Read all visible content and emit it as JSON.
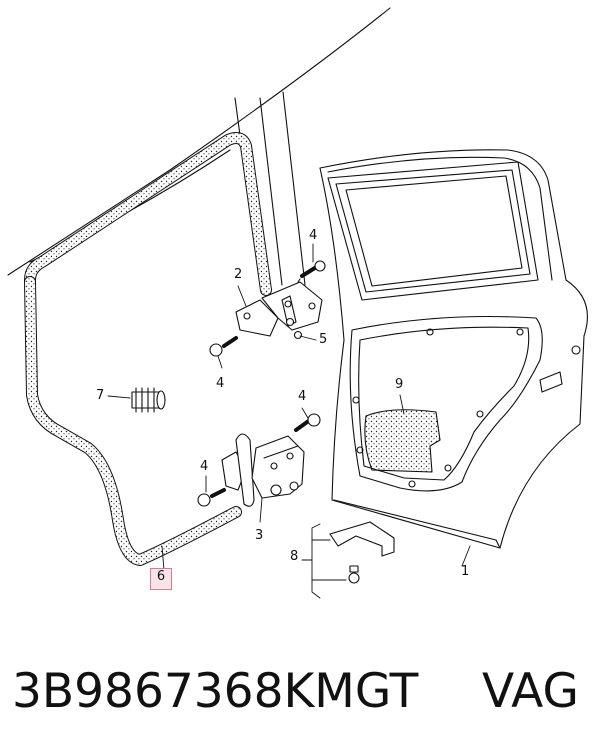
{
  "diagram": {
    "callouts": [
      {
        "id": "callout-1",
        "text": "1"
      },
      {
        "id": "callout-2",
        "text": "2"
      },
      {
        "id": "callout-3",
        "text": "3"
      },
      {
        "id": "callout-4a",
        "text": "4"
      },
      {
        "id": "callout-4b",
        "text": "4"
      },
      {
        "id": "callout-4c",
        "text": "4"
      },
      {
        "id": "callout-4d",
        "text": "4"
      },
      {
        "id": "callout-5",
        "text": "5"
      },
      {
        "id": "callout-6",
        "text": "6"
      },
      {
        "id": "callout-7",
        "text": "7"
      },
      {
        "id": "callout-8",
        "text": "8"
      },
      {
        "id": "callout-9",
        "text": "9"
      }
    ],
    "highlight_color": "#fbe3ea"
  },
  "caption": {
    "part_number": "3B9867368KMGT",
    "brand": "VAG"
  }
}
